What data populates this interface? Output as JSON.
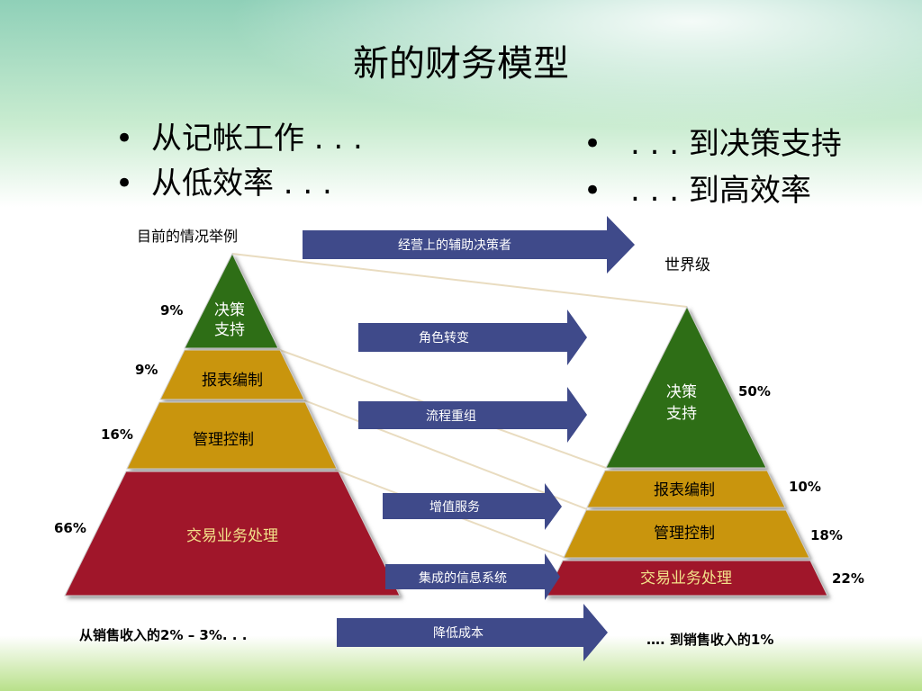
{
  "slide": {
    "title": "新的财务模型",
    "bullets_left": [
      "从记帐工作 . . .",
      "从低效率 . . ."
    ],
    "bullets_right": [
      ". . . 到决策支持",
      ". . . 到高效率"
    ],
    "bullet_char": "•"
  },
  "left_pyramid": {
    "caption": "目前的情况举例",
    "layers": [
      {
        "label": "决策\n支持",
        "percent": "9%",
        "color": "#2e6e14"
      },
      {
        "label": "报表编制",
        "percent": "9%",
        "color": "#c9950e"
      },
      {
        "label": "管理控制",
        "percent": "16%",
        "color": "#c9950e"
      },
      {
        "label": "交易业务处理",
        "percent": "66%",
        "color": "#a0182a"
      }
    ],
    "footer": "从销售收入的2% – 3%. . ."
  },
  "right_pyramid": {
    "caption": "世界级",
    "layers": [
      {
        "label": "决策\n支持",
        "percent": "50%",
        "color": "#2e6e14"
      },
      {
        "label": "报表编制",
        "percent": "10%",
        "color": "#c9950e"
      },
      {
        "label": "管理控制",
        "percent": "18%",
        "color": "#c9950e"
      },
      {
        "label": "交易业务处理",
        "percent": "22%",
        "color": "#a0182a"
      }
    ],
    "footer": "…. 到销售收入的1%"
  },
  "arrows": [
    {
      "label": "经营上的辅助决策者"
    },
    {
      "label": "角色转变"
    },
    {
      "label": "流程重组"
    },
    {
      "label": "增值服务"
    },
    {
      "label": "集成的信息系统"
    },
    {
      "label": "降低成本"
    }
  ],
  "colors": {
    "arrow": "#3f4a8a",
    "green": "#2e6e14",
    "gold": "#c9950e",
    "red": "#a0182a"
  }
}
